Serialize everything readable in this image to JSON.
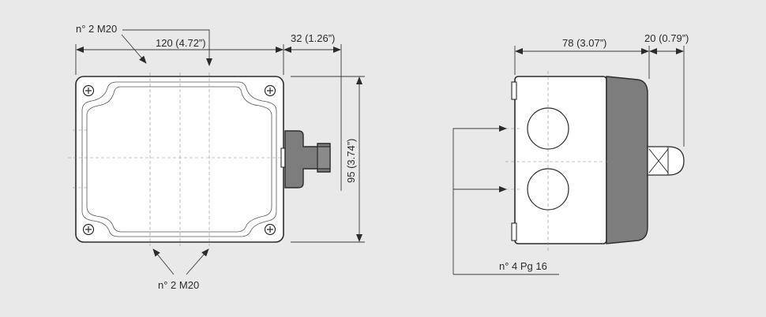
{
  "front_view": {
    "width_label": "120 (4.72”)",
    "knob_label": "32 (1.26”)",
    "height_label": "95 (3.74”)",
    "top_entries_label": "n° 2 M20",
    "bottom_entries_label": "n° 2 M20"
  },
  "side_view": {
    "depth_label": "78 (3.07”)",
    "lid_label": "20 (0.79”)",
    "holes_label": "n° 4 Pg 16"
  },
  "colors": {
    "background": "#e9e9ea",
    "lines": "#2b2b2b",
    "cover": "#7d7d7d"
  }
}
